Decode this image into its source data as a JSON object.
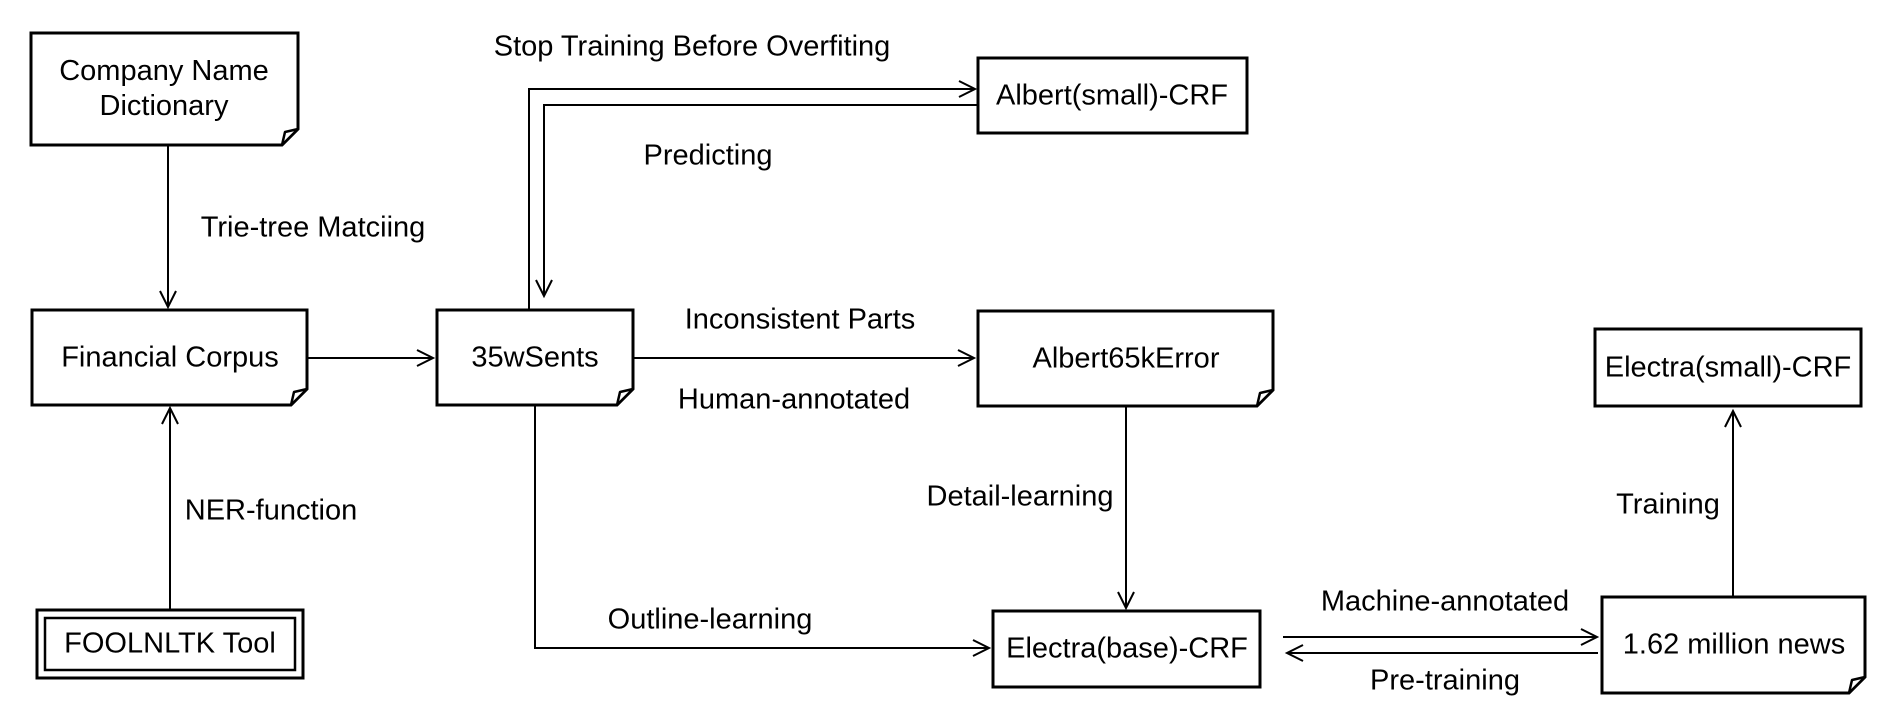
{
  "diagram": {
    "colors": {
      "background": "#ffffff",
      "stroke": "#000000",
      "text": "#000000"
    },
    "nodes": {
      "company_dictionary": {
        "label": "Company Name Dictionary",
        "shape": "note"
      },
      "financial_corpus": {
        "label": "Financial Corpus",
        "shape": "note"
      },
      "foolnltk_tool": {
        "label": "FOOLNLTK Tool",
        "shape": "double-rect"
      },
      "sents_35w": {
        "label": "35wSents",
        "shape": "note"
      },
      "albert_small_crf": {
        "label": "Albert(small)-CRF",
        "shape": "rect"
      },
      "albert_65k_error": {
        "label": "Albert65kError",
        "shape": "note"
      },
      "electra_base_crf": {
        "label": "Electra(base)-CRF",
        "shape": "rect"
      },
      "electra_small_crf": {
        "label": "Electra(small)-CRF",
        "shape": "rect"
      },
      "news_162m": {
        "label": "1.62 million news",
        "shape": "note"
      }
    },
    "edge_labels": {
      "trie_tree": "Trie-tree Matciing",
      "ner_function": "NER-function",
      "stop_training": "Stop Training Before Overfiting",
      "predicting": "Predicting",
      "inconsistent": "Inconsistent Parts",
      "human_annotated": "Human-annotated",
      "detail_learning": "Detail-learning",
      "outline_learning": "Outline-learning",
      "machine_annotated": "Machine-annotated",
      "pre_training": "Pre-training",
      "training": "Training"
    }
  }
}
